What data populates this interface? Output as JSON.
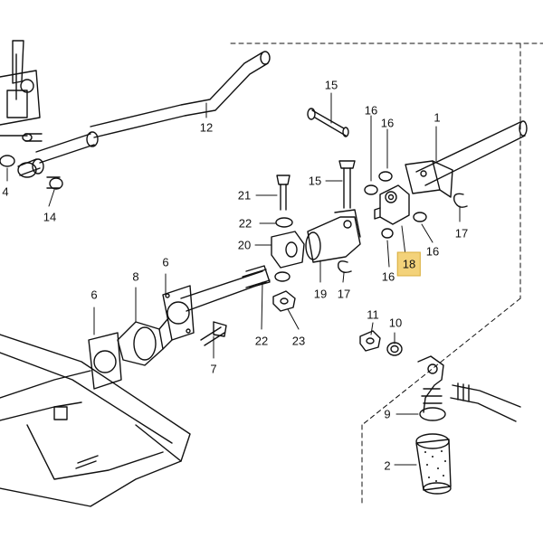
{
  "diagram": {
    "highlight_color": "#f3d27a",
    "line_color": "#111111",
    "callouts": [
      {
        "id": "c12",
        "text": "12"
      },
      {
        "id": "c15a",
        "text": "15"
      },
      {
        "id": "c16a",
        "text": "16"
      },
      {
        "id": "c16b",
        "text": "16"
      },
      {
        "id": "c1",
        "text": "1"
      },
      {
        "id": "c4",
        "text": "4"
      },
      {
        "id": "c14",
        "text": "14"
      },
      {
        "id": "c21",
        "text": "21"
      },
      {
        "id": "c15b",
        "text": "15"
      },
      {
        "id": "c22a",
        "text": "22"
      },
      {
        "id": "c20",
        "text": "20"
      },
      {
        "id": "c17a",
        "text": "17"
      },
      {
        "id": "c16c",
        "text": "16"
      },
      {
        "id": "c18",
        "text": "18",
        "highlighted": true
      },
      {
        "id": "c16d",
        "text": "16"
      },
      {
        "id": "c8",
        "text": "8"
      },
      {
        "id": "c6a",
        "text": "6"
      },
      {
        "id": "c6b",
        "text": "6"
      },
      {
        "id": "c19",
        "text": "19"
      },
      {
        "id": "c17b",
        "text": "17"
      },
      {
        "id": "c11",
        "text": "11"
      },
      {
        "id": "c10",
        "text": "10"
      },
      {
        "id": "c22b",
        "text": "22"
      },
      {
        "id": "c23",
        "text": "23"
      },
      {
        "id": "c7",
        "text": "7"
      },
      {
        "id": "c9",
        "text": "9"
      },
      {
        "id": "c2",
        "text": "2"
      }
    ]
  }
}
